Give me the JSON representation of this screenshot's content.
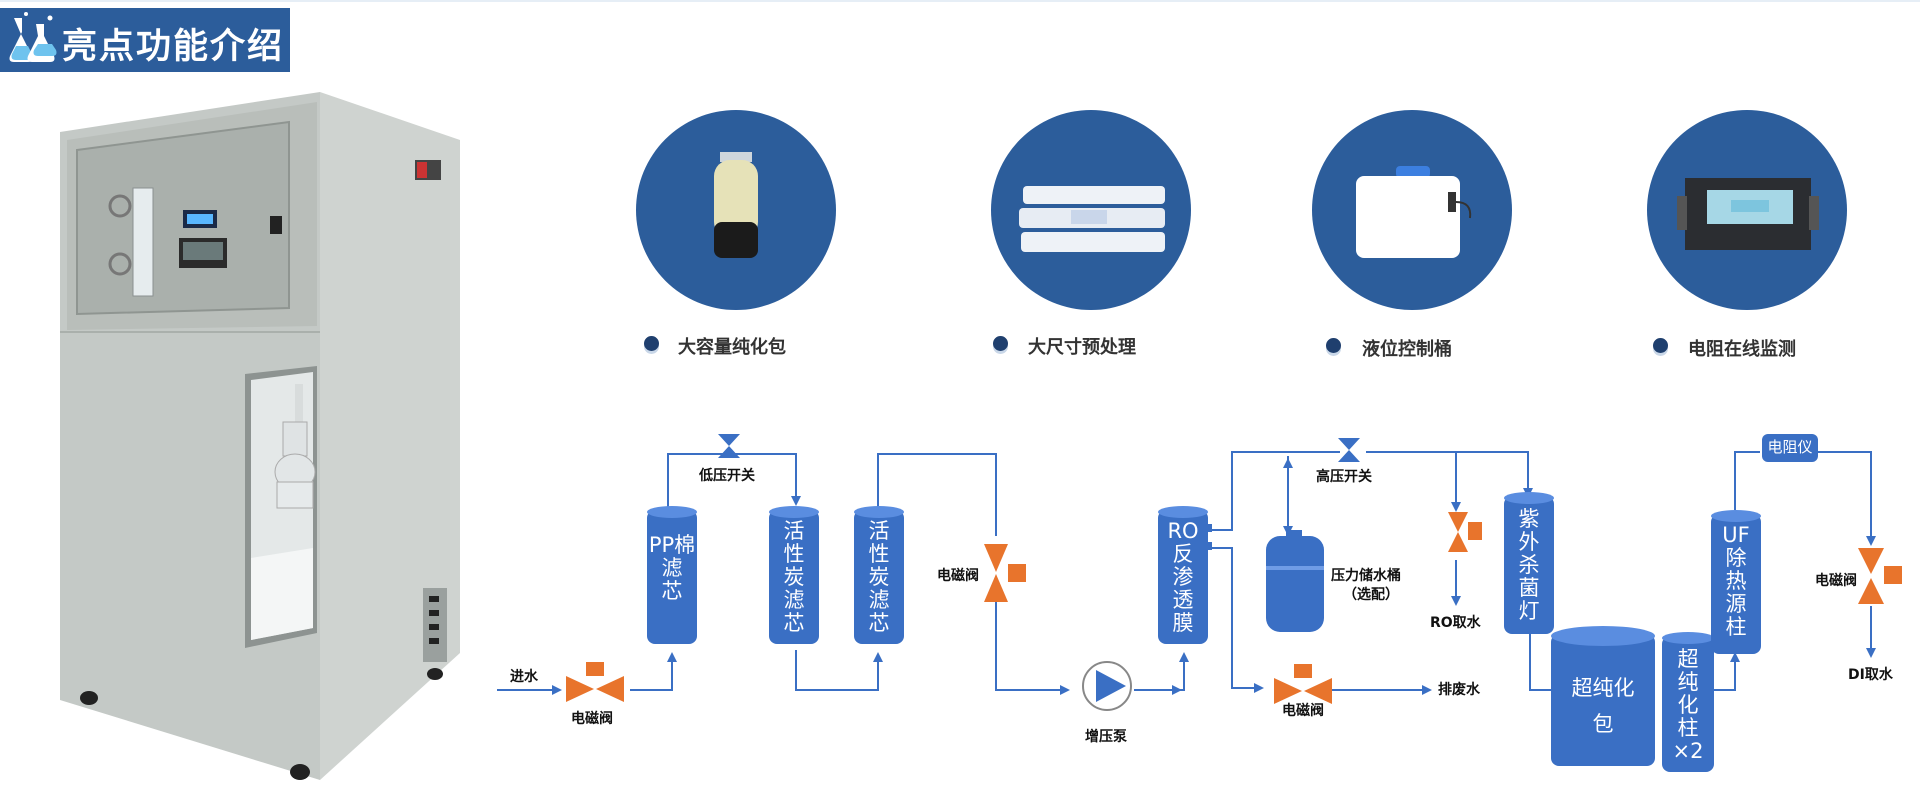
{
  "header": {
    "title": "亮点功能介绍"
  },
  "features": [
    {
      "label": "大容量纯化包",
      "icon": "resin-tank-icon"
    },
    {
      "label": "大尺寸预处理",
      "icon": "filter-cartridges-icon"
    },
    {
      "label": "液位控制桶",
      "icon": "level-tank-icon"
    },
    {
      "label": "电阻在线监测",
      "icon": "resistivity-monitor-icon"
    }
  ],
  "flow": {
    "inlet": "进水",
    "valve1": "电磁阀",
    "low_switch": "低压开关",
    "pp": "PP棉\n滤\n芯",
    "carbon1": "活\n性\n炭\n滤\n芯",
    "carbon2": "活\n性\n炭\n滤\n芯",
    "valve2": "电磁阀",
    "pump": "增压泵",
    "ro": "RO\n反\n渗\n透\n膜",
    "tank": "压力储水桶",
    "tank_opt": "（选配）",
    "high_switch": "高压开关",
    "valve3": "电磁阀",
    "waste": "排废水",
    "ro_out": "RO取水",
    "uv": "紫\n外\n杀\n菌\n灯",
    "pack": "超纯化\n包",
    "ultra": "超\n纯\n化\n柱\n×2",
    "uf": "UF\n除\n热\n源\n柱",
    "meter": "电阻仪",
    "valve4": "电磁阀",
    "di_out": "DI取水"
  },
  "colors": {
    "brand_blue": "#2c5d9b",
    "column_blue": "#3a6fc4",
    "valve_orange": "#e8742c"
  }
}
